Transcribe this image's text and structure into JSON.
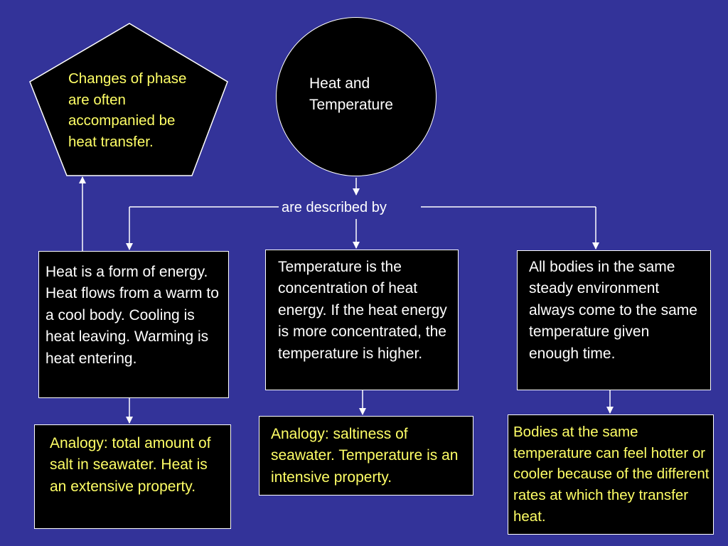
{
  "colors": {
    "background": "#333399",
    "node_fill": "#000000",
    "line": "#ffffff",
    "text_white": "#ffffff",
    "text_yellow": "#ffff66"
  },
  "concept_map": {
    "central": "Heat and Temperature",
    "linking_phrase": "are described by",
    "pentagon": "Changes of phase are often accompanied be heat transfer.",
    "heat_concept": "Heat is a form of energy. Heat flows from a warm to a cool body. Cooling is heat leaving. Warming is heat entering.",
    "temperature_concept": "Temperature is the concentration of heat energy. If the heat energy is more concentrated, the temperature is higher.",
    "equilibrium_concept": "All bodies in the same steady environment always come to the same temperature given enough time.",
    "heat_analogy": "Analogy: total amount of salt in seawater. Heat is an extensive property.",
    "temperature_analogy": "Analogy: saltiness of seawater. Temperature is an intensive property.",
    "equilibrium_analogy": "Bodies at the same temperature can feel hotter or cooler because of the different rates at which they transfer heat."
  }
}
